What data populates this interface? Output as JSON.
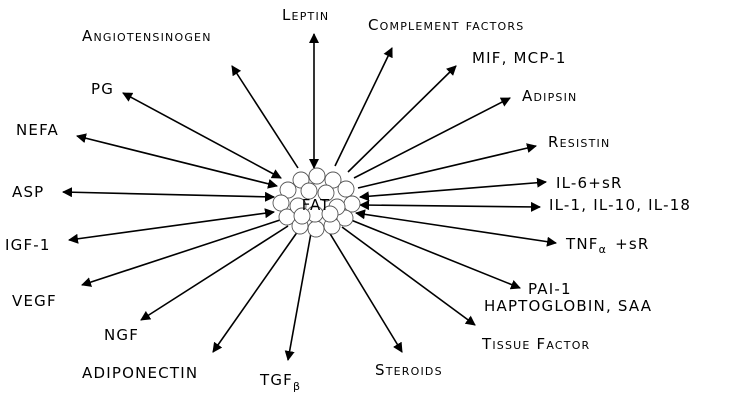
{
  "center": {
    "label": "FAT"
  },
  "labels": {
    "leptin": "Leptin",
    "complement": "Complement factors",
    "angiotensinogen": "Angiotensinogen",
    "mif": "MIF, MCP-1",
    "adipsin": "Adipsin",
    "pg": "PG",
    "nefa": "NEFA",
    "resistin": "Resistin",
    "il6": "IL-6+sR",
    "asp": "ASP",
    "il1": "IL-1, IL-10, IL-18",
    "igf1": "IGF-1",
    "tnf": "TNF",
    "tnf_sub": "α",
    "tnf_suffix": "+sR",
    "vegf": "VEGF",
    "pai1": "PAI-1",
    "hapto": "HAPTOGLOBIN, SAA",
    "ngf": "NGF",
    "tissue": "Tissue Factor",
    "adiponectin": "ADIPONECTIN",
    "tgf": "TGF",
    "tgf_sub": "β",
    "steroids": "Steroids"
  }
}
